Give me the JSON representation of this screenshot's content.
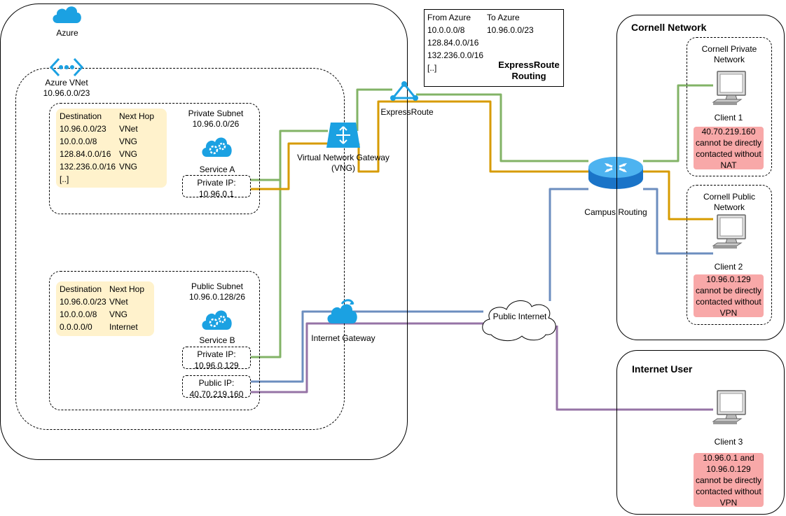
{
  "azure": {
    "label": "Azure",
    "vnet": {
      "label": "Azure VNet",
      "cidr": "10.96.0.0/23"
    },
    "private_subnet": {
      "title": "Private Subnet",
      "cidr": "10.96.0.0/26",
      "route_table": {
        "headers": [
          "Destination",
          "Next Hop"
        ],
        "rows": [
          [
            "10.96.0.0/23",
            "VNet"
          ],
          [
            "10.0.0.0/8",
            "VNG"
          ],
          [
            "128.84.0.0/16",
            "VNG"
          ],
          [
            "132.236.0.0/16",
            "VNG"
          ],
          [
            "[..]",
            ""
          ]
        ]
      },
      "service_label": "Service A",
      "private_ip_label": "Private IP:",
      "private_ip": "10.96.0.1"
    },
    "public_subnet": {
      "title": "Public Subnet",
      "cidr": "10.96.0.128/26",
      "route_table": {
        "headers": [
          "Destination",
          "Next Hop"
        ],
        "rows": [
          [
            "10.96.0.0/23",
            "VNet"
          ],
          [
            "10.0.0.0/8",
            "VNG"
          ],
          [
            "0.0.0.0/0",
            "Internet"
          ]
        ]
      },
      "service_label": "Service B",
      "private_ip_label": "Private IP:",
      "private_ip": "10.96.0.129",
      "public_ip_label": "Public IP:",
      "public_ip": "40.70.219.160"
    },
    "vng_label": "Virtual Network Gateway",
    "vng_abbr": "(VNG)",
    "internet_gateway_label": "Internet Gateway"
  },
  "expressroute": {
    "label": "ExpressRoute",
    "routing_title_line1": "ExpressRoute",
    "routing_title_line2": "Routing",
    "from_header": "From Azure",
    "to_header": "To Azure",
    "from_azure": [
      "10.0.0.0/8",
      "128.84.0.0/16",
      "132.236.0.0/16",
      "[..]"
    ],
    "to_azure": [
      "10.96.0.0/23"
    ]
  },
  "campus_routing_label": "Campus Routing",
  "public_internet_label": "Public Internet",
  "cornell": {
    "title": "Cornell Network",
    "private_network_line1": "Cornell Private",
    "private_network_line2": "Network",
    "client1": "Client 1",
    "client1_note": [
      "40.70.219.160",
      "cannot be directly",
      "contacted without",
      "NAT"
    ],
    "public_network_line1": "Cornell Public",
    "public_network_line2": "Network",
    "client2": "Client 2",
    "client2_note": [
      "10.96.0.129",
      "cannot be directly",
      "contacted without",
      "VPN"
    ]
  },
  "internet_user": {
    "title": "Internet User",
    "client3": "Client 3",
    "client3_note": [
      "10.96.0.1 and",
      "10.96.0.129",
      "cannot be directly",
      "contacted without",
      "VPN"
    ]
  },
  "colors": {
    "green": "#82b366",
    "orange": "#d79b00",
    "blue": "#6c8ebf",
    "purple": "#9673a6",
    "azure_blue": "#1ba1e2",
    "route_fill": "#fff2cc",
    "note_fill": "#f8a8a8"
  }
}
